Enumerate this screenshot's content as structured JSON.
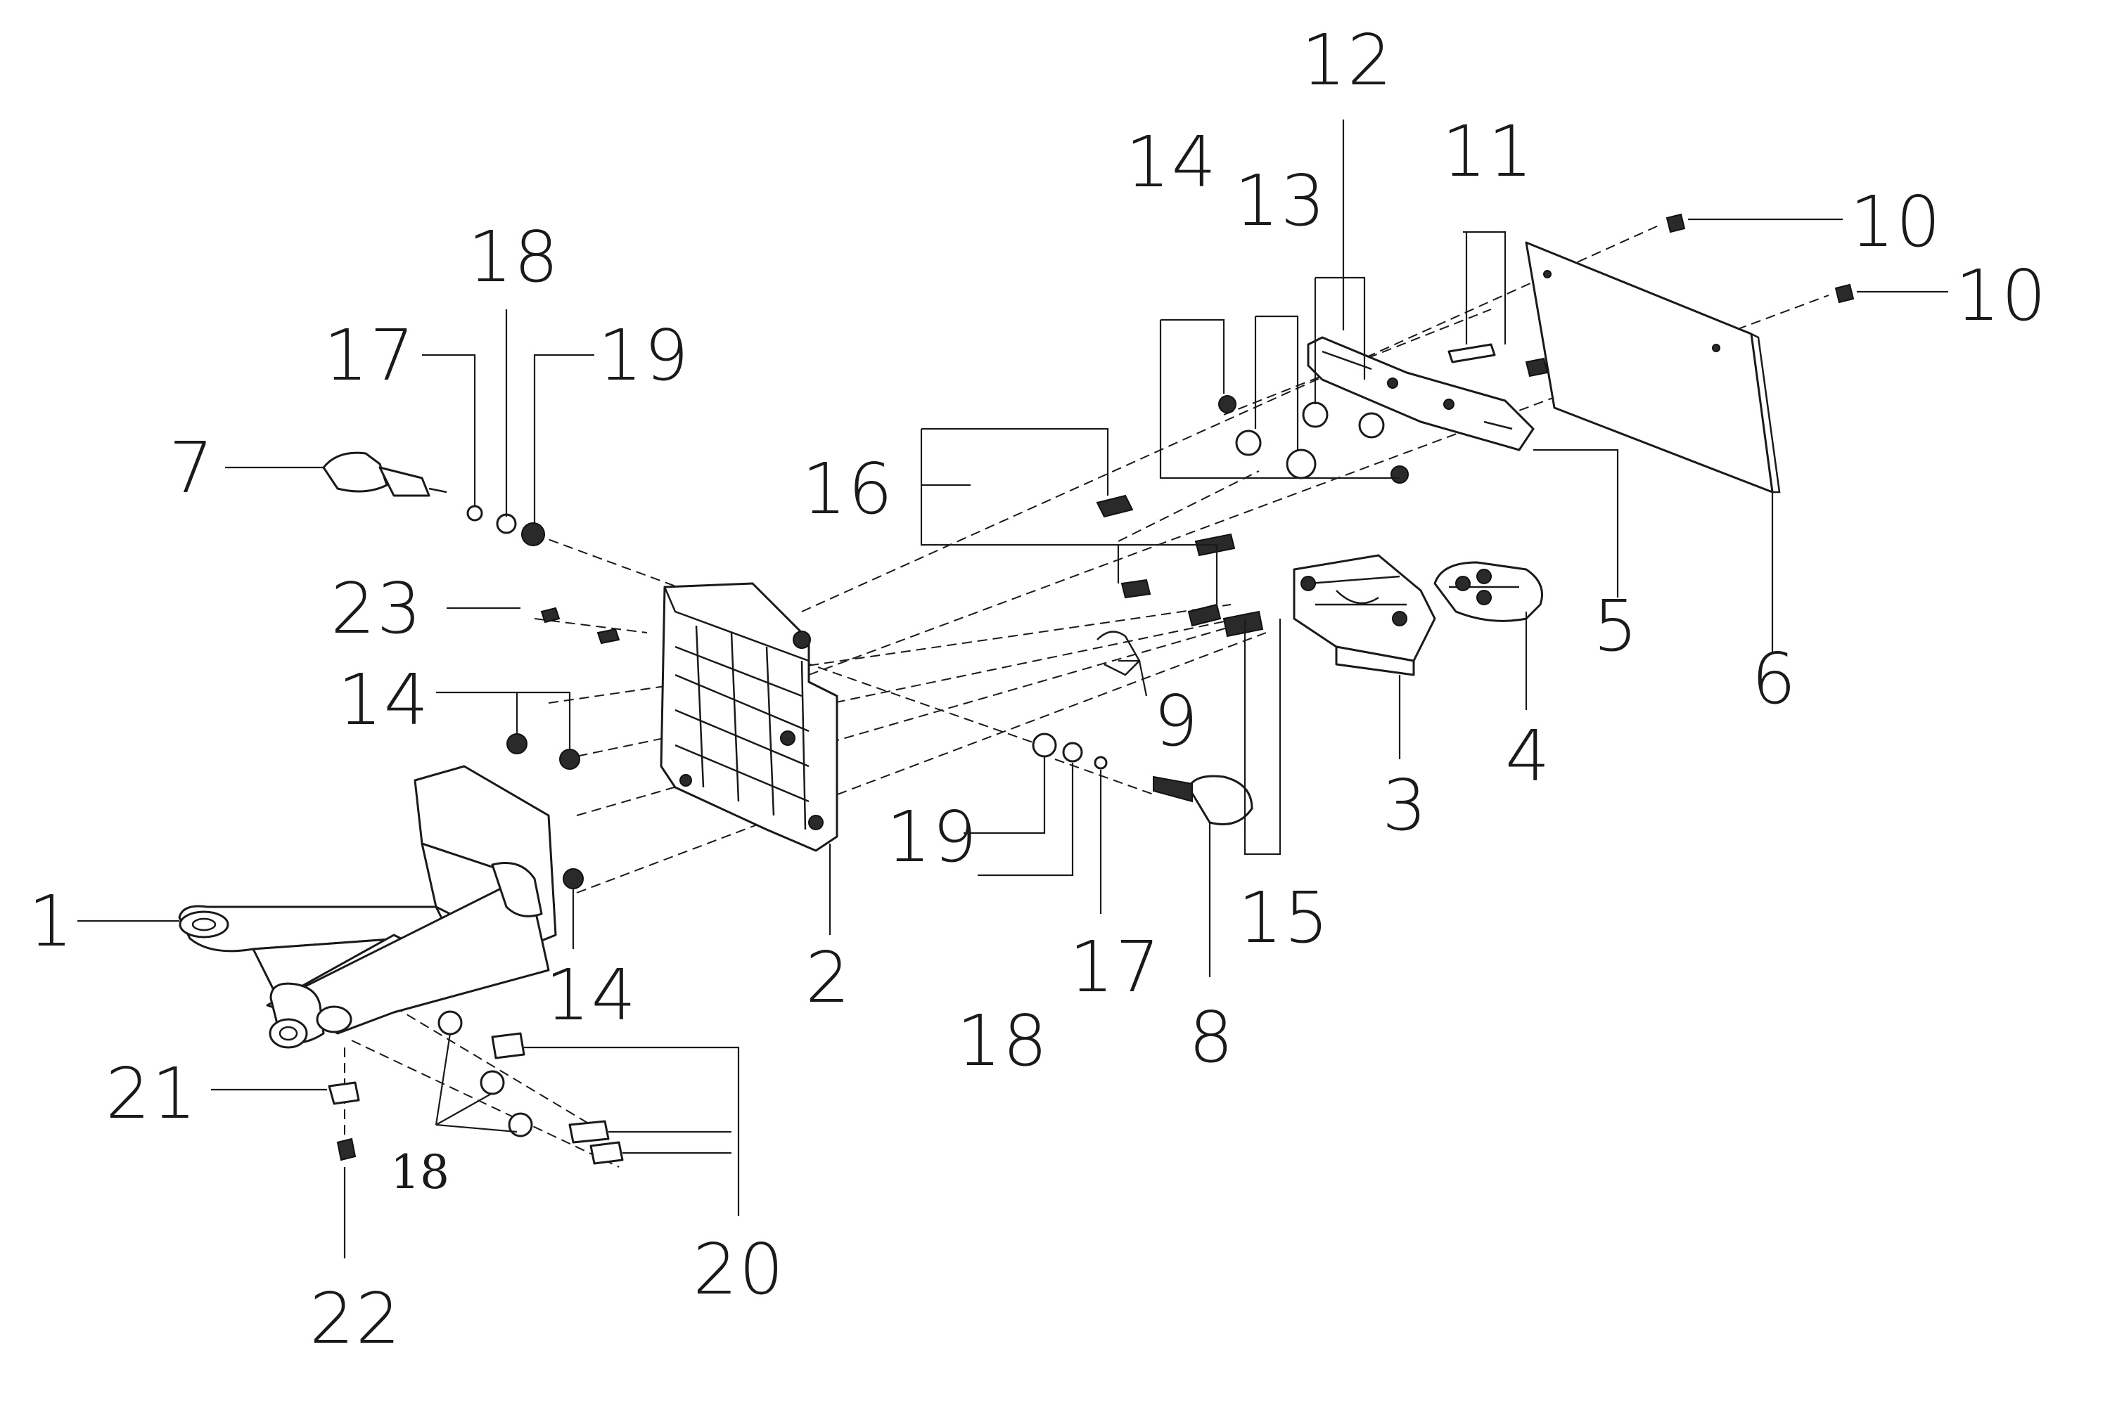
{
  "callouts": {
    "c1": "1",
    "c2": "2",
    "c3": "3",
    "c4": "4",
    "c5": "5",
    "c6": "6",
    "c7": "7",
    "c8": "8",
    "c9": "9",
    "c10a": "10",
    "c10b": "10",
    "c11": "11",
    "c12": "12",
    "c13": "13",
    "c14a": "14",
    "c14b": "14",
    "c14c": "14",
    "c15": "15",
    "c16": "16",
    "c17a": "17",
    "c17b": "17",
    "c18a": "18",
    "c18b": "18",
    "c18c": "18",
    "c19a": "19",
    "c19b": "19",
    "c20": "20",
    "c21": "21",
    "c22": "22",
    "c23": "23"
  }
}
